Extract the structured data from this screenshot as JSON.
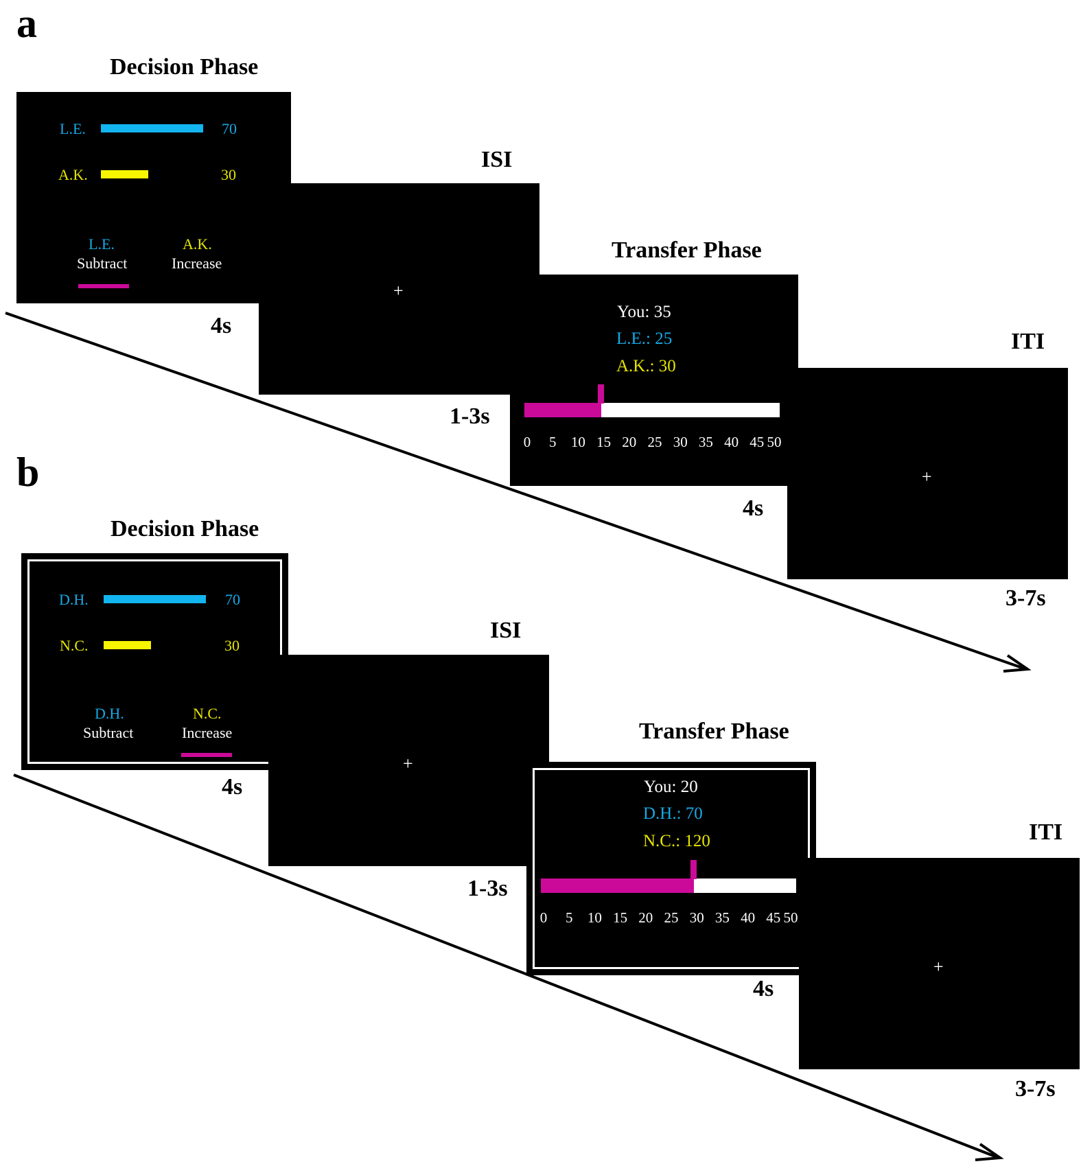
{
  "panels": [
    {
      "letter": "a",
      "decision": {
        "title": "Decision Phase",
        "p1": {
          "name": "L.E.",
          "value": "70",
          "color": "#12b5ef"
        },
        "p2": {
          "name": "A.K.",
          "value": "30",
          "color": "#f7f500"
        },
        "opt1": {
          "name": "L.E.",
          "action": "Subtract"
        },
        "opt2": {
          "name": "A.K.",
          "action": "Increase"
        },
        "selected": "opt1",
        "duration": "4s"
      },
      "isi": {
        "title": "ISI",
        "fixation": "+",
        "duration": "1-3s"
      },
      "transfer": {
        "title": "Transfer Phase",
        "you": "You:  35",
        "p1": "L.E.:  25",
        "p2": "A.K.: 30",
        "scale": {
          "min": 0,
          "max": 50,
          "value": 15
        },
        "ticks": [
          "0",
          "5",
          "10",
          "15",
          "20",
          "25",
          "30",
          "35",
          "40",
          "45",
          "50"
        ],
        "duration": "4s"
      },
      "iti": {
        "title": "ITI",
        "fixation": "+",
        "duration": "3-7s"
      }
    },
    {
      "letter": "b",
      "decision": {
        "title": "Decision Phase",
        "p1": {
          "name": "D.H.",
          "value": "70",
          "color": "#12b5ef"
        },
        "p2": {
          "name": "N.C.",
          "value": "30",
          "color": "#f7f500"
        },
        "opt1": {
          "name": "D.H.",
          "action": "Subtract"
        },
        "opt2": {
          "name": "N.C.",
          "action": "Increase"
        },
        "selected": "opt2",
        "duration": "4s"
      },
      "isi": {
        "title": "ISI",
        "fixation": "+",
        "duration": "1-3s"
      },
      "transfer": {
        "title": "Transfer Phase",
        "you": "You:  20",
        "p1": "D.H.:  70",
        "p2": "N.C.: 120",
        "scale": {
          "min": 0,
          "max": 50,
          "value": 30
        },
        "ticks": [
          "0",
          "5",
          "10",
          "15",
          "20",
          "25",
          "30",
          "35",
          "40",
          "45",
          "50"
        ],
        "duration": "4s"
      },
      "iti": {
        "title": "ITI",
        "fixation": "+",
        "duration": "3-7s"
      }
    }
  ],
  "colors": {
    "cyan": "#12b5ef",
    "yellow": "#f7f500",
    "magenta": "#cc0a99",
    "screen": "#000000"
  }
}
